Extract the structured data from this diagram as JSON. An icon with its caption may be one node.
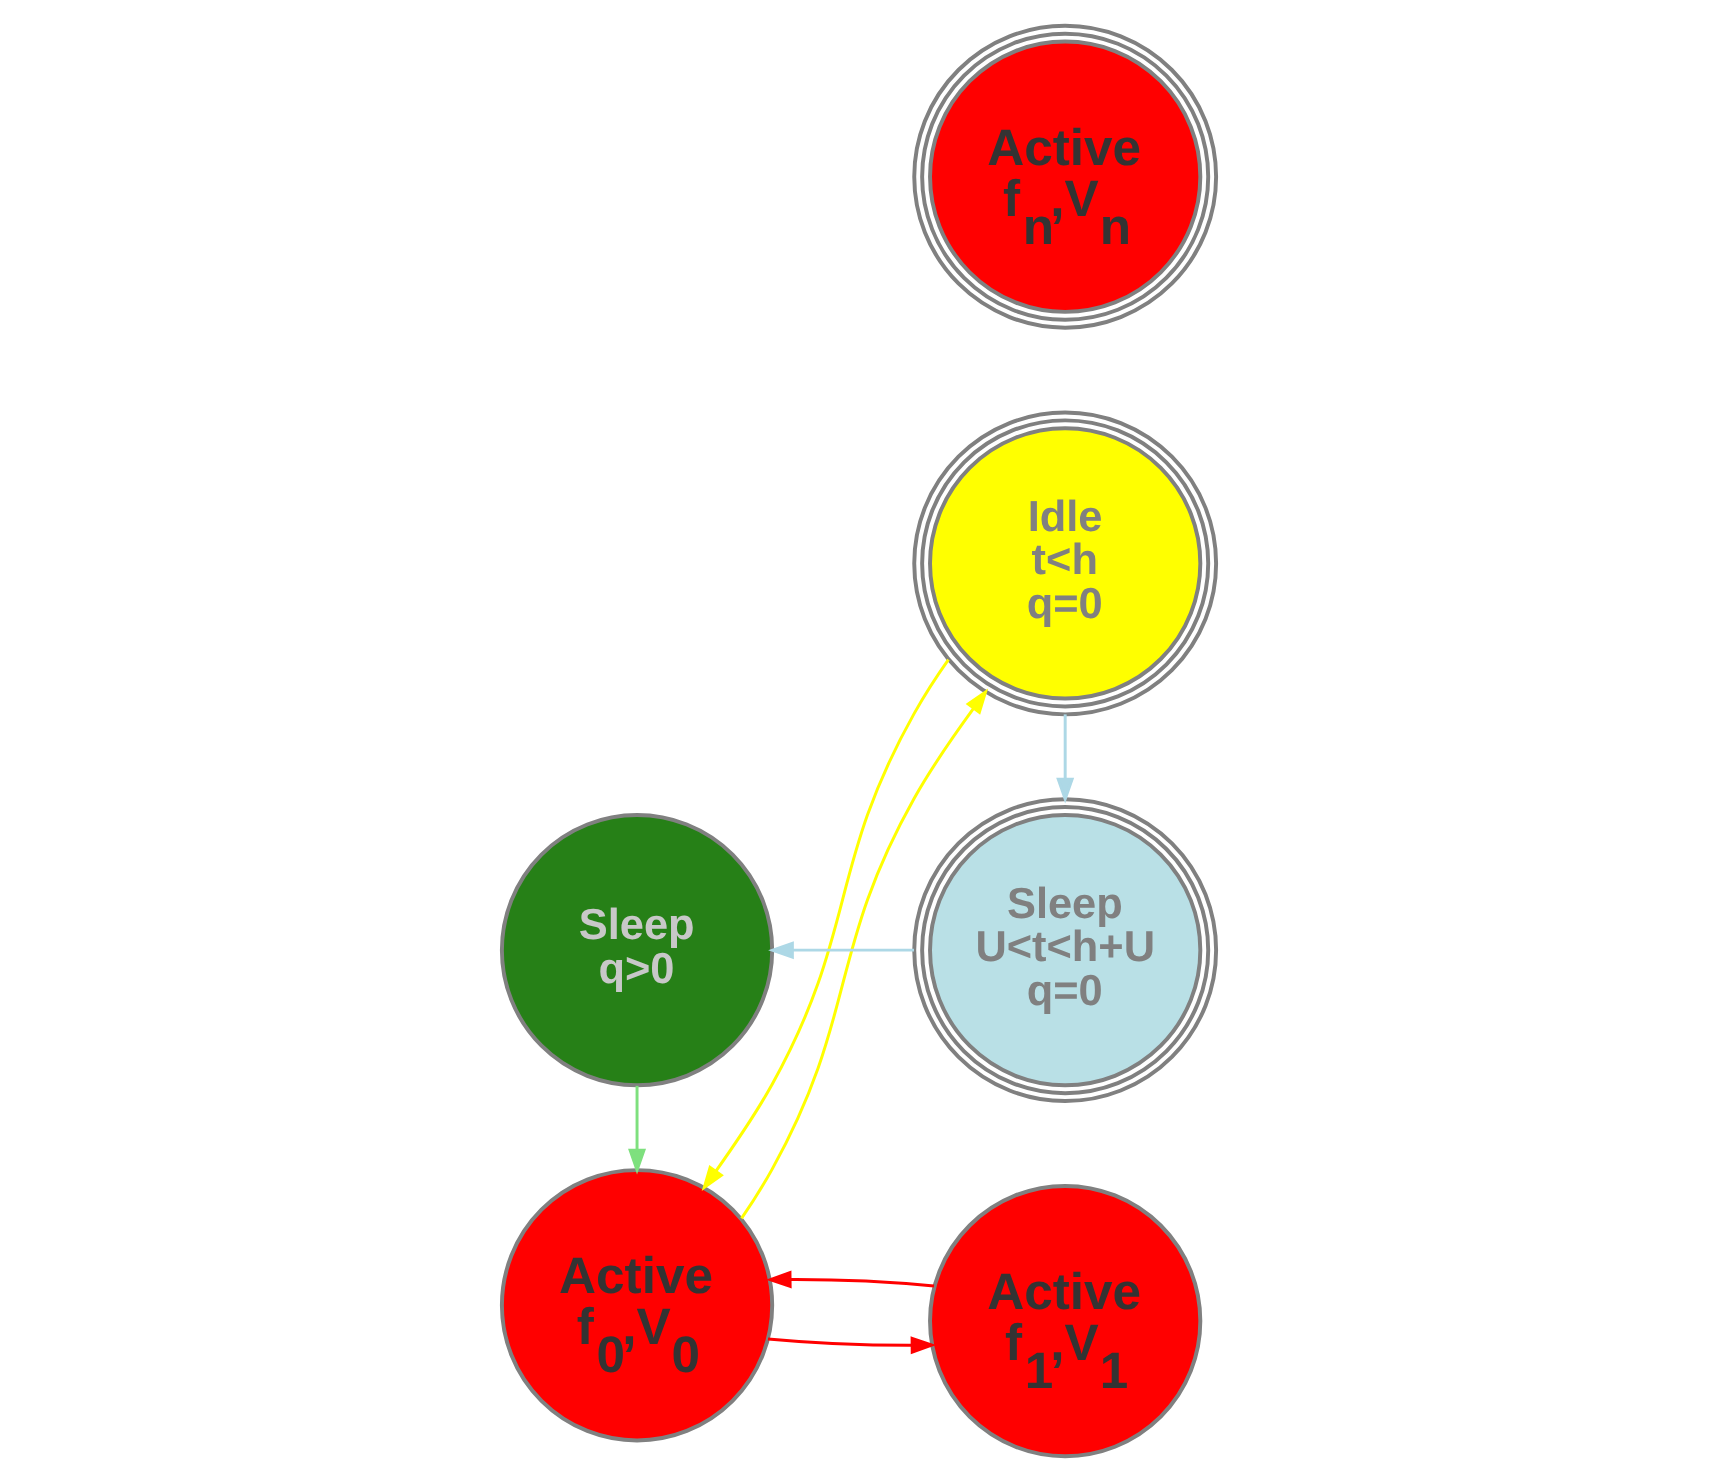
{
  "diagram": {
    "nodes": [
      {
        "text": [
          "Active",
          "f$_{0}$,V$_{0}$"
        ]
      },
      {
        "text": [
          "Idle",
          "t<h",
          "q=0"
        ]
      },
      {
        "text": [
          "Active",
          "f$_{1}$,V$_{1}$"
        ]
      },
      {
        "text": [
          "Active",
          "f$_{n}$,V$_{n}$"
        ]
      },
      {
        "text": [
          "Sleep",
          "q>0"
        ]
      },
      {
        "text": [
          "Sleep",
          "U<t<h+U",
          "q=0"
        ]
      }
    ],
    "edges": [
      {
        "from": 2,
        "to": 0,
        "arrow": "to",
        "color": "#ff0000"
      },
      {
        "from": 0,
        "to": 2,
        "arrow": "to",
        "color": "#ff0000"
      },
      {
        "from": 0,
        "to": 1,
        "arrow": "to",
        "color": "#ffff00"
      },
      {
        "from": 1,
        "to": 0,
        "arrow": "to",
        "color": "#ffff00"
      },
      {
        "from": 1,
        "to": 5,
        "arrow": "to",
        "color": "#add8e6"
      },
      {
        "from": 5,
        "to": 4,
        "arrow": "to",
        "color": "#add8e6"
      },
      {
        "from": 4,
        "to": 0,
        "arrow": "to",
        "color": "#7ee07e"
      }
    ]
  }
}
